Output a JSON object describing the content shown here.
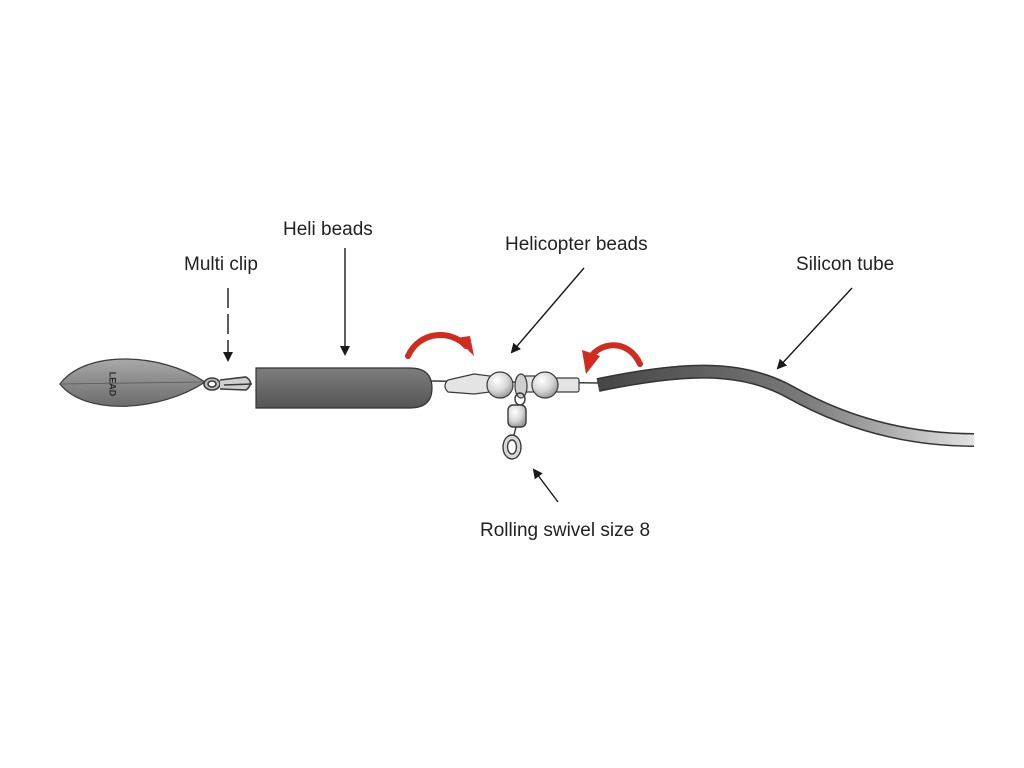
{
  "labels": {
    "multi_clip": "Multi clip",
    "heli_beads": "Heli beads",
    "helicopter_beads": "Helicopter beads",
    "silicon_tube": "Silicon tube",
    "rolling_swivel": "Rolling swivel size 8",
    "lead_stamp": "LEAD"
  },
  "colors": {
    "lead_body": "#8f8f8f",
    "sleeve": "#6a6a6a",
    "tube_dark": "#4a4a4a",
    "tube_light": "#d4d4d4",
    "bead": "#dcdcdc",
    "accent_arrow": "#d12a1f",
    "pointer": "#1a1a1a"
  }
}
